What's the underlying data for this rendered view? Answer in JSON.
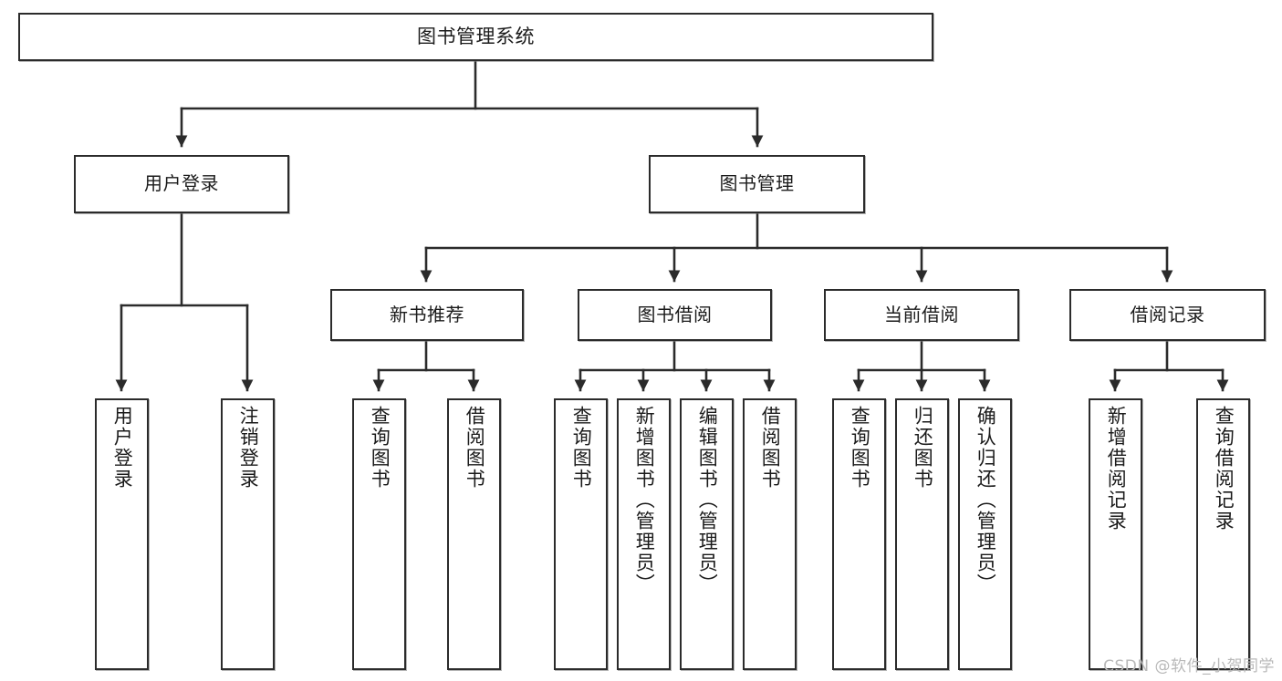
{
  "diagram": {
    "title": "图书管理系统",
    "watermark": "CSDN @软件_小贺同学",
    "colors": {
      "box_border": "#2b2b2b",
      "box_fill": "#ffffff",
      "edge": "#2b2b2b",
      "text": "#1b1b1b",
      "watermark": "#b9b9b9"
    },
    "root": {
      "label": "图书管理系统"
    },
    "level2": [
      {
        "label": "用户登录"
      },
      {
        "label": "图书管理"
      }
    ],
    "level3": [
      {
        "label": "新书推荐"
      },
      {
        "label": "图书借阅"
      },
      {
        "label": "当前借阅"
      },
      {
        "label": "借阅记录"
      }
    ],
    "leaves": {
      "user_login": [
        {
          "label": "用户登录"
        },
        {
          "label": "注销登录"
        }
      ],
      "new_book": [
        {
          "label": "查询图书"
        },
        {
          "label": "借阅图书"
        }
      ],
      "book_borrow": [
        {
          "label": "查询图书"
        },
        {
          "label": "新增图书（管理员）"
        },
        {
          "label": "编辑图书（管理员）"
        },
        {
          "label": "借阅图书"
        }
      ],
      "current_borrow": [
        {
          "label": "查询图书"
        },
        {
          "label": "归还图书"
        },
        {
          "label": "确认归还（管理员）"
        }
      ],
      "borrow_record": [
        {
          "label": "新增借阅记录"
        },
        {
          "label": "查询借阅记录"
        }
      ]
    }
  }
}
